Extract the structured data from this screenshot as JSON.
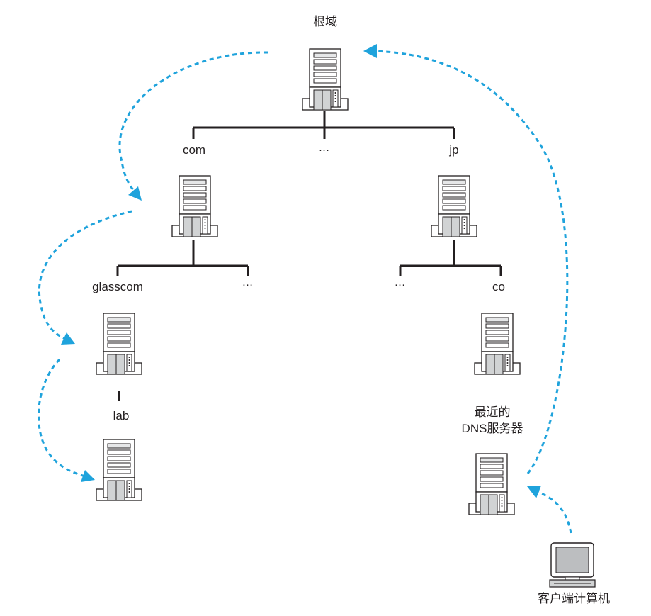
{
  "servers": {
    "root": "根域",
    "com": "com",
    "jp": "jp",
    "glasscom": "glasscom",
    "lab": "lab",
    "co": "co",
    "nearest_line1": "最近的",
    "nearest_line2": "DNS服务器"
  },
  "ellipses": {
    "root_mid": "…",
    "com_right": "…",
    "jp_left": "…"
  },
  "client": "客户端计算机",
  "colors": {
    "tree_line": "#231f20",
    "arrow": "#1fa3dc",
    "server_body": "#ffffff",
    "server_outline": "#231f20",
    "server_shade": "#d1d3d4",
    "monitor_screen": "#bcbec0"
  }
}
